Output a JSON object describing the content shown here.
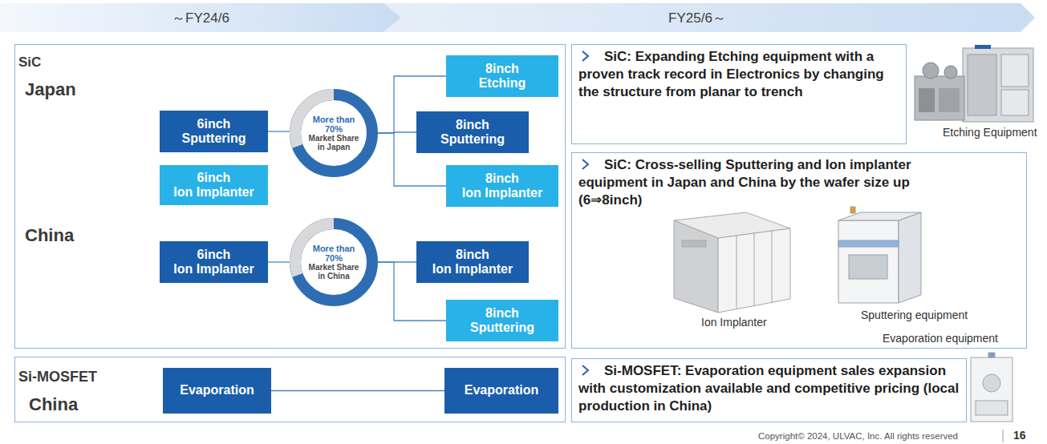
{
  "diagram": {
    "nodes": [
      {
        "text": [
          "～FY24/6"
        ]
      },
      {
        "text": [
          "FY25/6～"
        ]
      },
      {
        "text": [
          "SiC",
          "Japan",
          "China"
        ]
      },
      {
        "text": [
          "6inch Sputtering"
        ],
        "in": 2
      },
      {
        "text": [
          "More than 70%",
          "Market Share in Japan"
        ],
        "in": 2
      },
      {
        "text": [
          "8inch Etching"
        ],
        "in": 2
      },
      {
        "text": [
          "8inch Sputtering"
        ],
        "in": 2
      },
      {
        "text": [
          "6inch Ion Implanter"
        ],
        "in": 2
      },
      {
        "text": [
          "8inch Ion Implanter"
        ],
        "in": 2
      },
      {
        "text": [
          "6inch Ion Implanter"
        ],
        "in": 2
      },
      {
        "text": [
          "More than 70%",
          "Market Share in China"
        ],
        "in": 2
      },
      {
        "text": [
          "8inch Ion Implanter"
        ],
        "in": 2
      },
      {
        "text": [
          "8inch Sputtering"
        ],
        "in": 2
      },
      {
        "text": [
          "Si-MOSFET",
          "China"
        ]
      },
      {
        "text": [
          "Evaporation"
        ],
        "in": 13
      },
      {
        "text": [
          "Evaporation"
        ],
        "in": 13
      },
      {
        "text": [
          "SiC: Expanding Etching equipment with a proven track record in Electronics by changing the structure from planar to trench"
        ]
      },
      {
        "text": [
          "SiC: Cross-selling Sputtering and Ion implanter equipment in Japan and China by the wafer size up (6⇒8inch)"
        ]
      },
      {
        "text": [
          "Si-MOSFET: Evaporation equipment sales expansion with customization available and competitive pricing (local production in China)"
        ]
      }
    ],
    "edges": [
      {
        "from": 3,
        "to": 4,
        "arrow": "none"
      },
      {
        "from": 4,
        "to": 5,
        "arrow": "none"
      },
      {
        "from": 4,
        "to": 6,
        "arrow": "none"
      },
      {
        "from": 4,
        "to": 8,
        "arrow": "none"
      },
      {
        "from": 9,
        "to": 10,
        "arrow": "none"
      },
      {
        "from": 10,
        "to": 11,
        "arrow": "none"
      },
      {
        "from": 10,
        "to": 12,
        "arrow": "none"
      },
      {
        "from": 14,
        "to": 15,
        "arrow": "none"
      }
    ],
    "labels": [
      "Etching Equipment",
      "Ion Implanter",
      "Sputtering equipment",
      "Evaporation equipment",
      "Copyright© 2024, ULVAC, Inc. All rights reserved",
      "16"
    ]
  }
}
